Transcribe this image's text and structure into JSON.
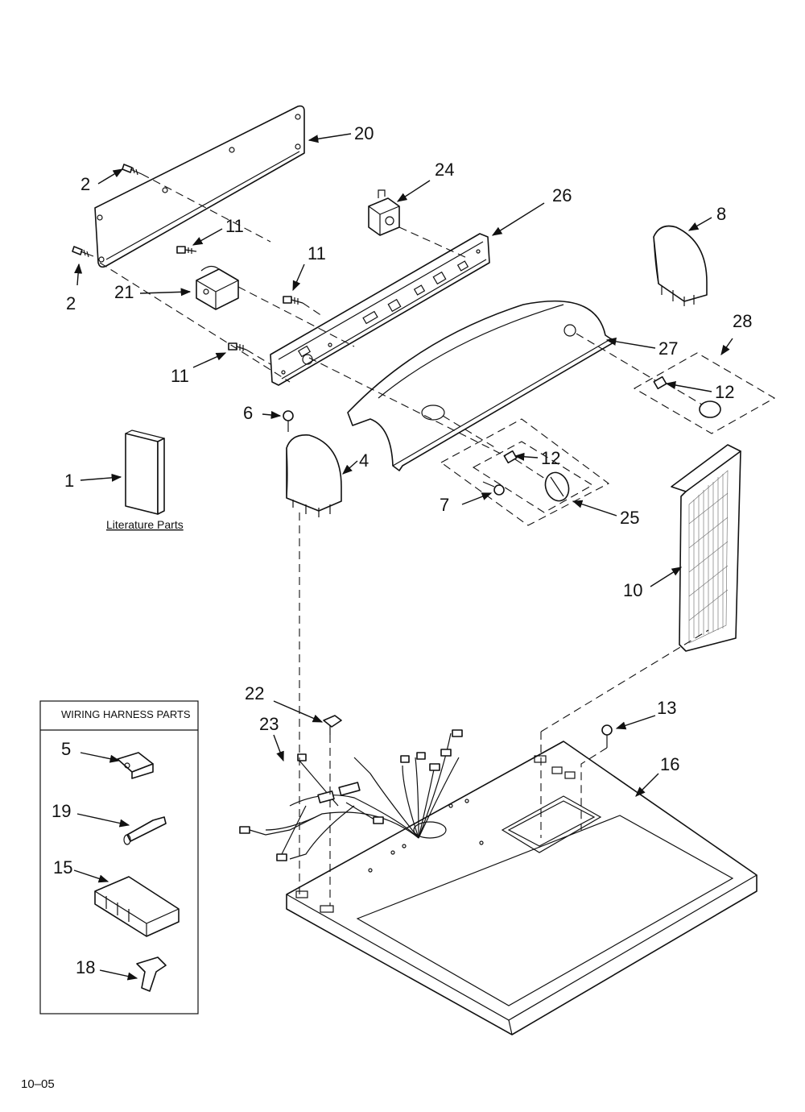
{
  "harness_box_title": "WIRING HARNESS PARTS",
  "literature_label": "Literature Parts",
  "footer_code": "10–05",
  "callouts": {
    "c1": "1",
    "c2a": "2",
    "c2b": "2",
    "c4": "4",
    "c5": "5",
    "c6": "6",
    "c7": "7",
    "c8": "8",
    "c10": "10",
    "c11a": "11",
    "c11b": "11",
    "c11c": "11",
    "c12a": "12",
    "c12b": "12",
    "c13": "13",
    "c15": "15",
    "c16": "16",
    "c18": "18",
    "c19": "19",
    "c20": "20",
    "c21": "21",
    "c22": "22",
    "c23": "23",
    "c24": "24",
    "c25": "25",
    "c26": "26",
    "c27": "27",
    "c28": "28"
  }
}
